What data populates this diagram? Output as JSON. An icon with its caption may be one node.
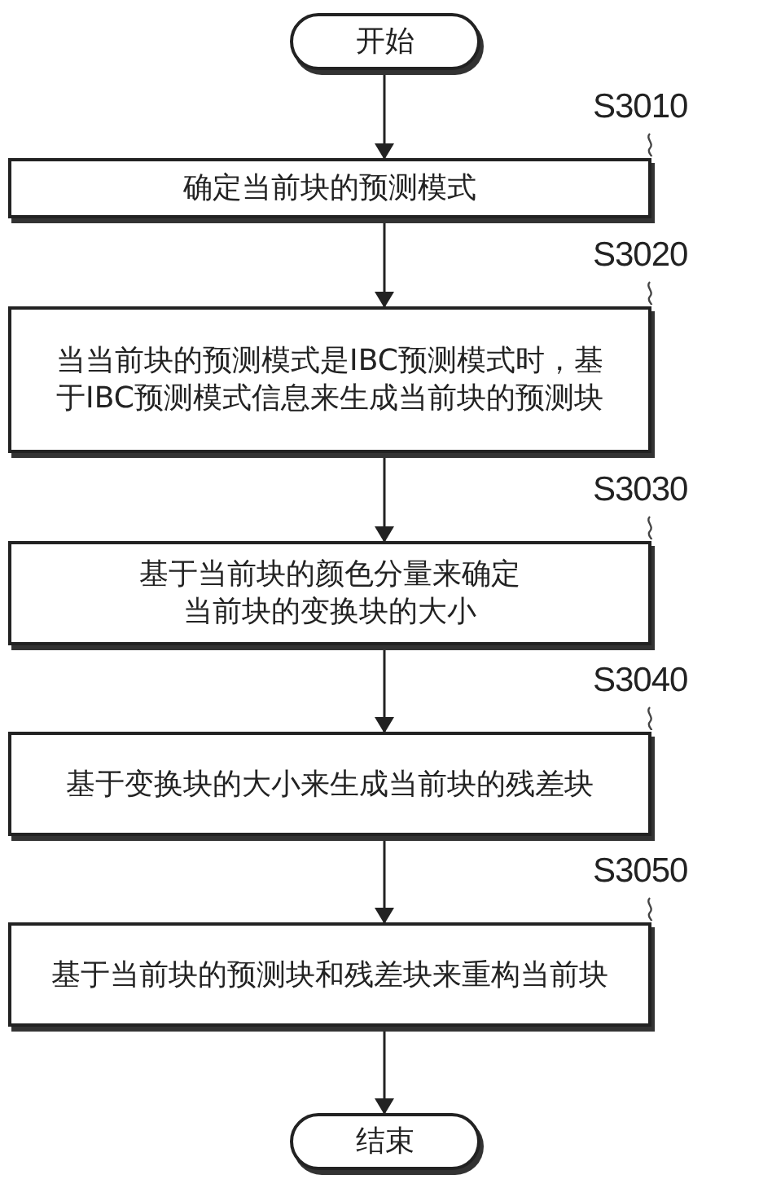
{
  "diagram": {
    "nodes": [
      {
        "text": [
          "开始"
        ]
      },
      {
        "text": [
          "确定当前块的预测模式"
        ],
        "beside": [
          "S3010"
        ]
      },
      {
        "text": [
          "当当前块的预测模式是IBC预测模式时，基于IBC预测模式信息来生成当前块的预测块"
        ],
        "beside": [
          "S3020"
        ]
      },
      {
        "text": [
          "基于当前块的颜色分量来确定当前块的变换块的大小"
        ],
        "beside": [
          "S3030"
        ]
      },
      {
        "text": [
          "基于变换块的大小来生成当前块的残差块"
        ],
        "beside": [
          "S3040"
        ]
      },
      {
        "text": [
          "基于当前块的预测块和残差块来重构当前块"
        ],
        "beside": [
          "S3050"
        ]
      },
      {
        "text": [
          "结束"
        ]
      }
    ],
    "edges": [
      {
        "from": 0,
        "to": 1,
        "arrow": "to"
      },
      {
        "from": 1,
        "to": 2,
        "arrow": "to"
      },
      {
        "from": 2,
        "to": 3,
        "arrow": "to"
      },
      {
        "from": 3,
        "to": 4,
        "arrow": "to"
      },
      {
        "from": 4,
        "to": 5,
        "arrow": "to"
      },
      {
        "from": 5,
        "to": 6,
        "arrow": "to"
      }
    ]
  }
}
